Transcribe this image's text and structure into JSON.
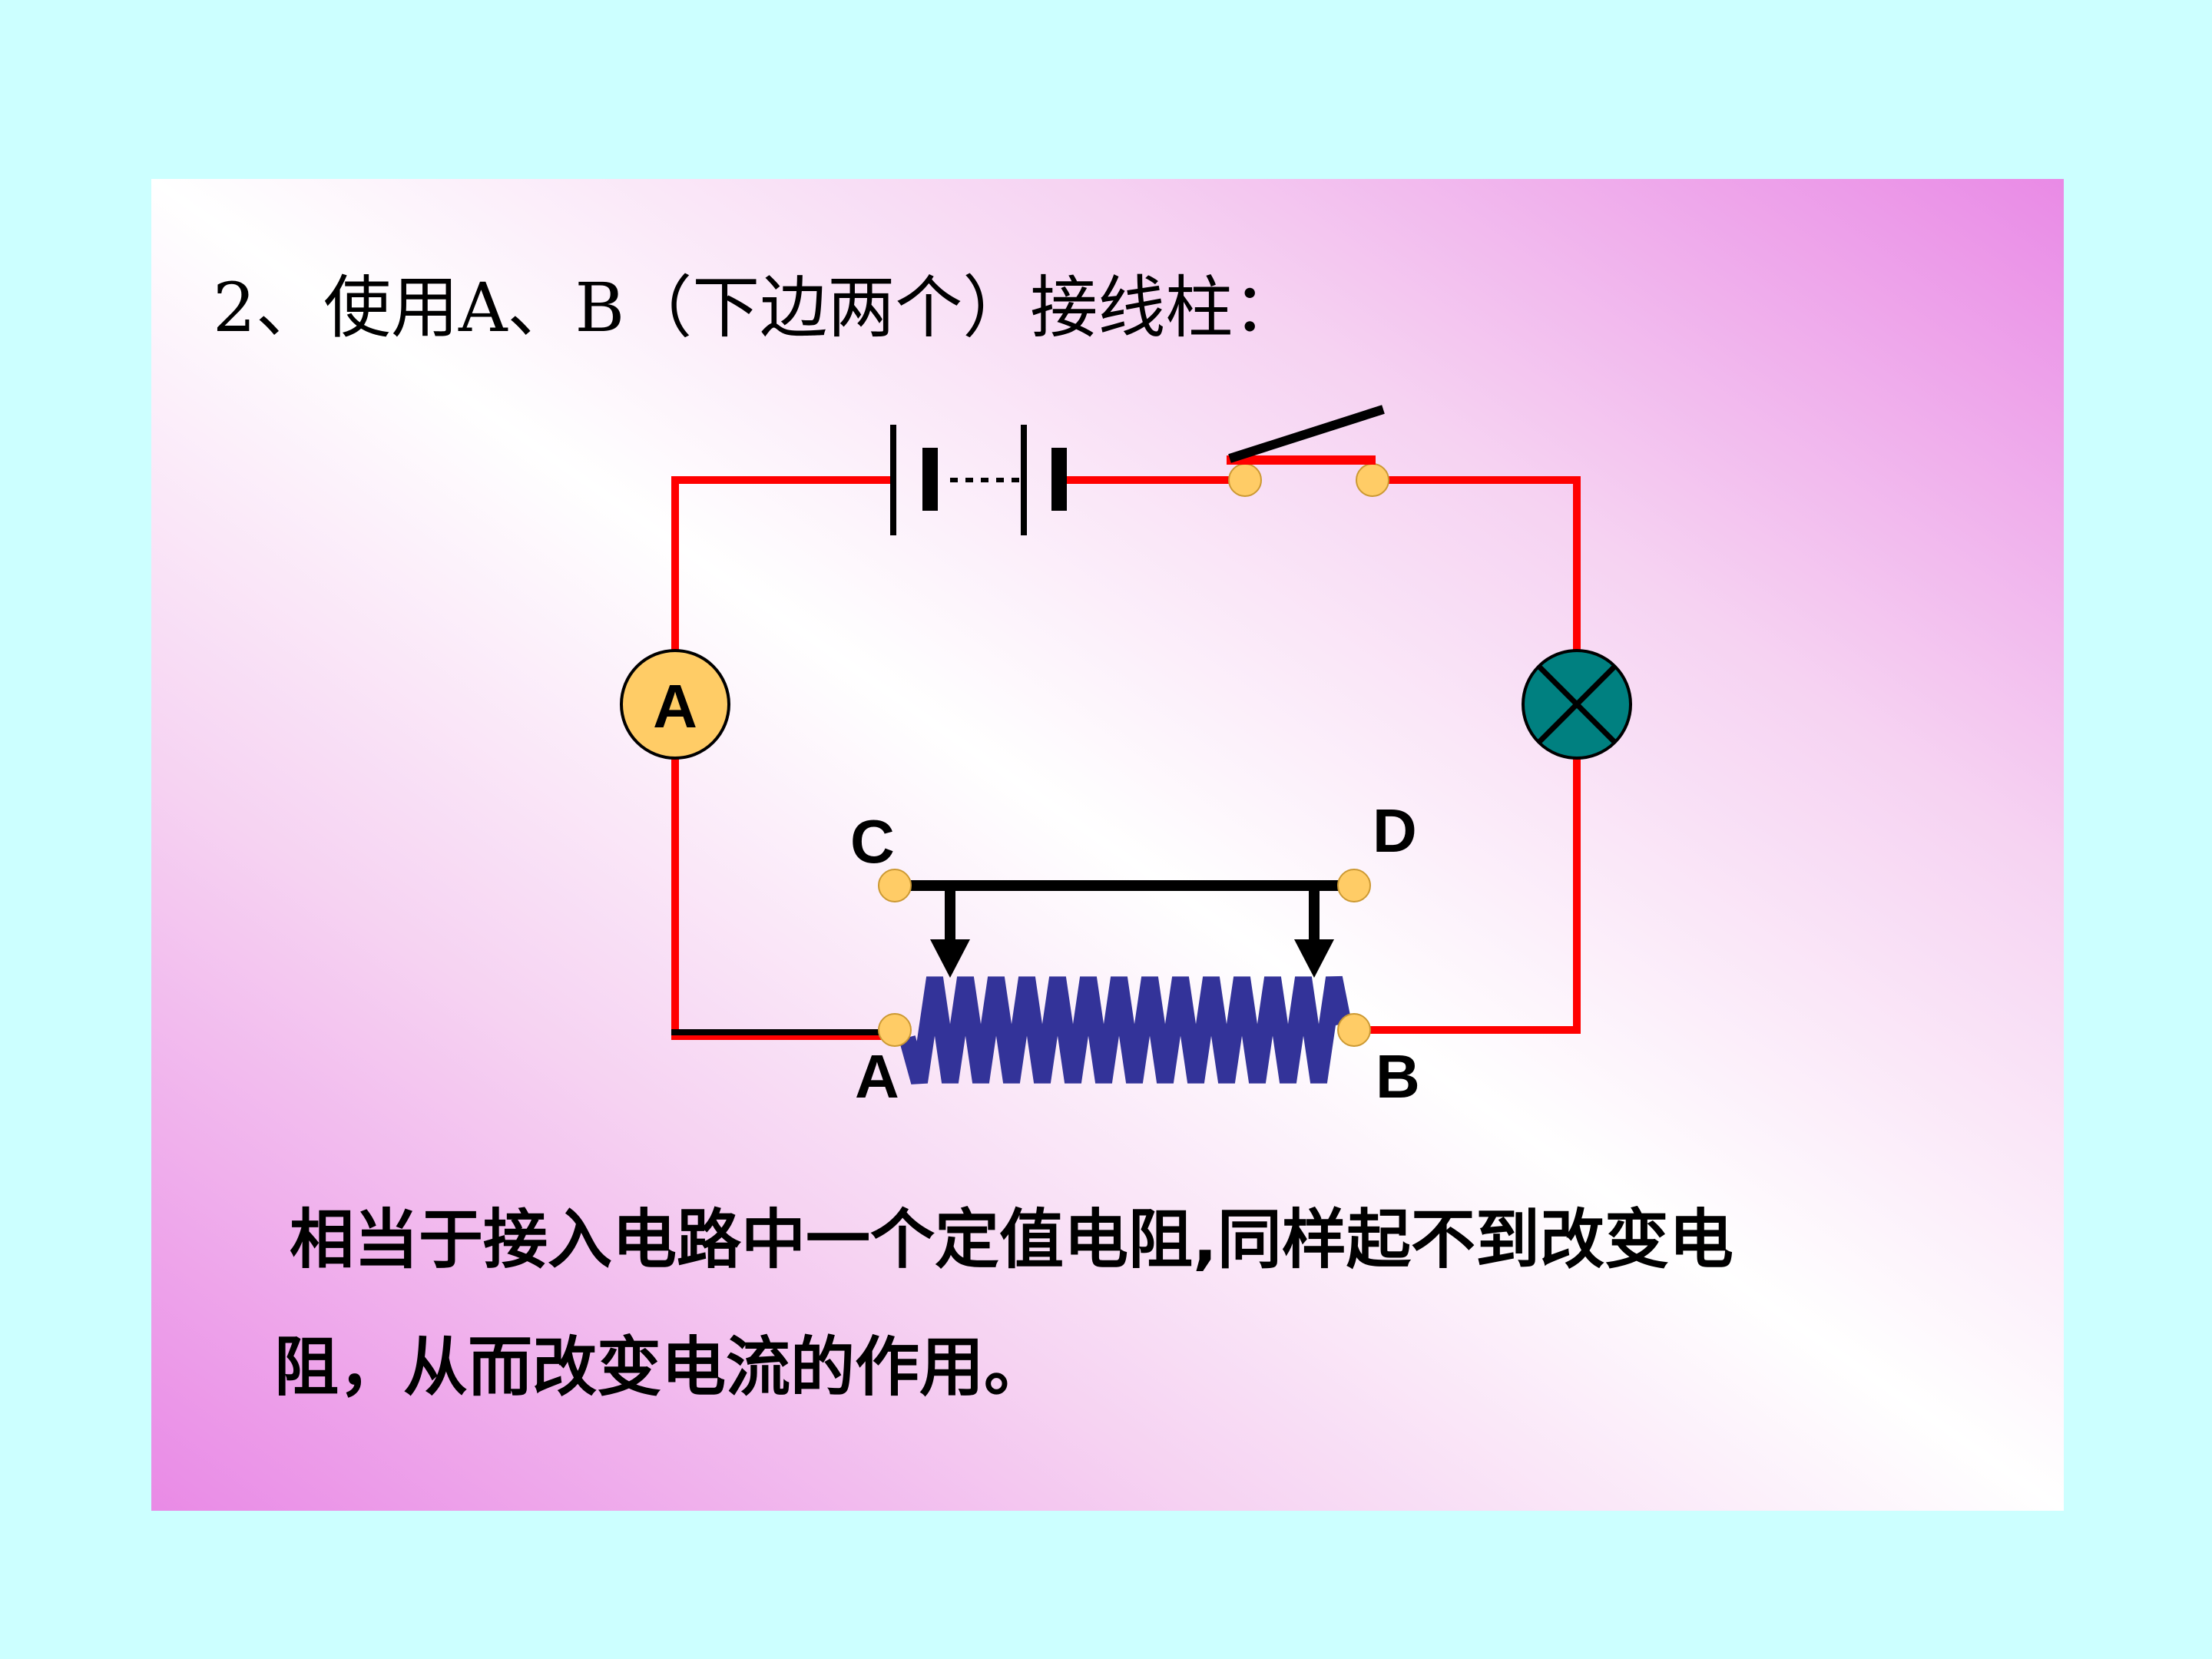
{
  "heading": "2、使用A、B（下边两个）接线柱：",
  "diagram": {
    "ammeter_label": "A",
    "terminal_c": "C",
    "terminal_d": "D",
    "terminal_a": "A",
    "terminal_b": "B"
  },
  "caption": {
    "line1": "相当于接入电路中一个定值电阻,同样起不到改变电",
    "line2": "阻，从而改变电流的作用。"
  },
  "colors": {
    "wire": "#ff0000",
    "coil": "#333399",
    "terminal": "#ffcc66",
    "lamp": "#008080",
    "outer_bg": "#ccffff",
    "gradient_pink": "#e98ae6"
  }
}
